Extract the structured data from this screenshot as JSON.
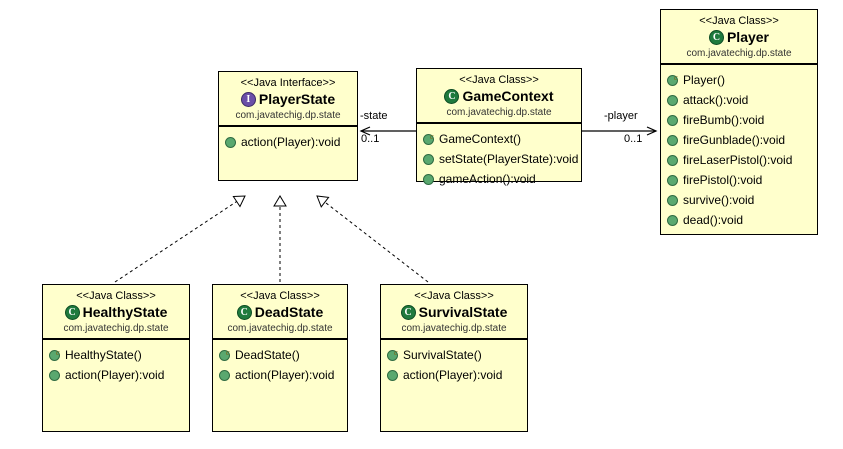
{
  "diagram": {
    "type": "uml-class-diagram",
    "background": "#ffffff",
    "box_fill": "#ffffcc",
    "box_border": "#000000",
    "class_icon_color": "#1f7a3d",
    "interface_icon_color": "#6b4fa8",
    "member_icon_color": "#5aa86f"
  },
  "classes": {
    "player": {
      "stereotype": "<<Java Class>>",
      "name": "Player",
      "icon": "class-icon",
      "icon_letter": "C",
      "package": "com.javatechig.dp.state",
      "members": [
        {
          "label": "Player()",
          "kind": "constructor"
        },
        {
          "label": "attack():void",
          "kind": "method"
        },
        {
          "label": "fireBumb():void",
          "kind": "method"
        },
        {
          "label": "fireGunblade():void",
          "kind": "method"
        },
        {
          "label": "fireLaserPistol():void",
          "kind": "method"
        },
        {
          "label": "firePistol():void",
          "kind": "method"
        },
        {
          "label": "survive():void",
          "kind": "method"
        },
        {
          "label": "dead():void",
          "kind": "method"
        }
      ]
    },
    "game_context": {
      "stereotype": "<<Java Class>>",
      "name": "GameContext",
      "icon": "class-icon",
      "icon_letter": "C",
      "package": "com.javatechig.dp.state",
      "members": [
        {
          "label": "GameContext()",
          "kind": "constructor"
        },
        {
          "label": "setState(PlayerState):void",
          "kind": "method"
        },
        {
          "label": "gameAction():void",
          "kind": "method"
        }
      ]
    },
    "player_state": {
      "stereotype": "<<Java Interface>>",
      "name": "PlayerState",
      "icon": "interface-icon",
      "icon_letter": "I",
      "package": "com.javatechig.dp.state",
      "members": [
        {
          "label": "action(Player):void",
          "kind": "method"
        }
      ]
    },
    "healthy_state": {
      "stereotype": "<<Java Class>>",
      "name": "HealthyState",
      "icon": "class-icon",
      "icon_letter": "C",
      "package": "com.javatechig.dp.state",
      "members": [
        {
          "label": "HealthyState()",
          "kind": "constructor"
        },
        {
          "label": "action(Player):void",
          "kind": "method"
        }
      ]
    },
    "dead_state": {
      "stereotype": "<<Java Class>>",
      "name": "DeadState",
      "icon": "class-icon",
      "icon_letter": "C",
      "package": "com.javatechig.dp.state",
      "members": [
        {
          "label": "DeadState()",
          "kind": "constructor"
        },
        {
          "label": "action(Player):void",
          "kind": "method"
        }
      ]
    },
    "survival_state": {
      "stereotype": "<<Java Class>>",
      "name": "SurvivalState",
      "icon": "class-icon",
      "icon_letter": "C",
      "package": "com.javatechig.dp.state",
      "members": [
        {
          "label": "SurvivalState()",
          "kind": "constructor"
        },
        {
          "label": "action(Player):void",
          "kind": "method"
        }
      ]
    }
  },
  "associations": {
    "state": {
      "role": "-state",
      "multiplicity": "0..1",
      "from": "GameContext",
      "to": "PlayerState",
      "kind": "directed-association"
    },
    "player": {
      "role": "-player",
      "multiplicity": "0..1",
      "from": "GameContext",
      "to": "Player",
      "kind": "directed-association"
    }
  },
  "realizations": [
    {
      "from": "HealthyState",
      "to": "PlayerState",
      "kind": "realization"
    },
    {
      "from": "DeadState",
      "to": "PlayerState",
      "kind": "realization"
    },
    {
      "from": "SurvivalState",
      "to": "PlayerState",
      "kind": "realization"
    }
  ]
}
